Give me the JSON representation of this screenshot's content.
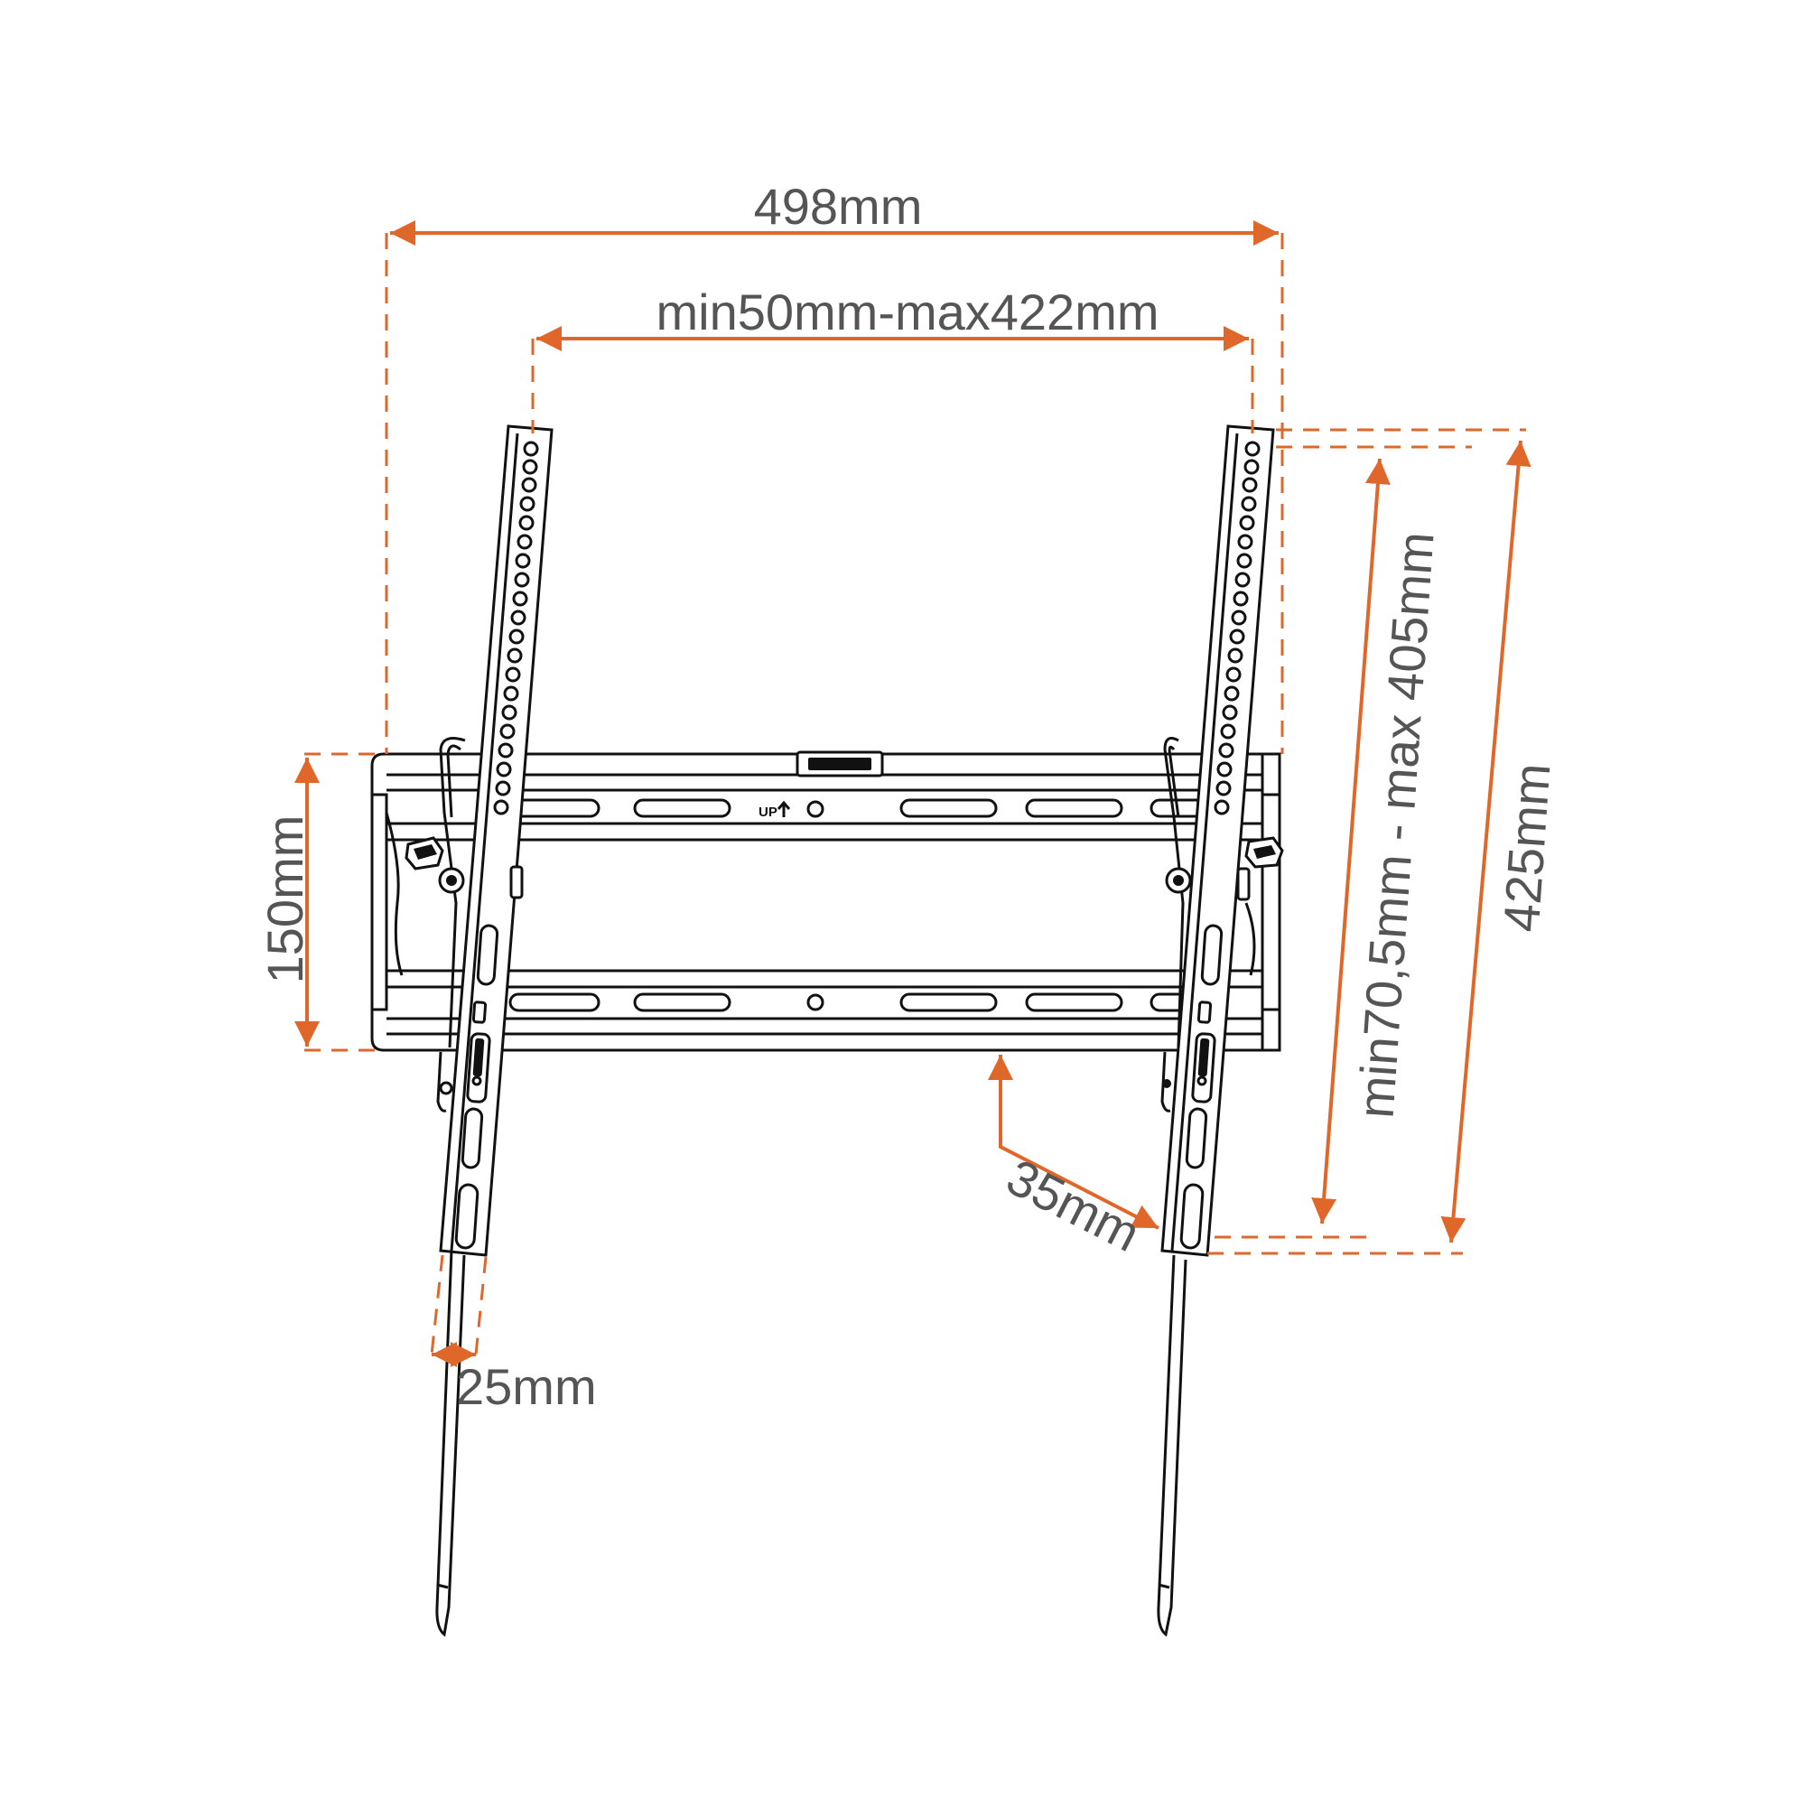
{
  "colors": {
    "dimension": "#e0672a",
    "line": "#111111",
    "text": "#555555",
    "background": "#ffffff"
  },
  "dimensions": {
    "overall_width": "498mm",
    "vesa_width": "min50mm-max422mm",
    "plate_height": "150mm",
    "vesa_height": "min70,5mm - max 405mm",
    "overall_height": "425mm",
    "wall_distance": "35mm",
    "arm_width": "25mm"
  },
  "plate_marking": "UP"
}
